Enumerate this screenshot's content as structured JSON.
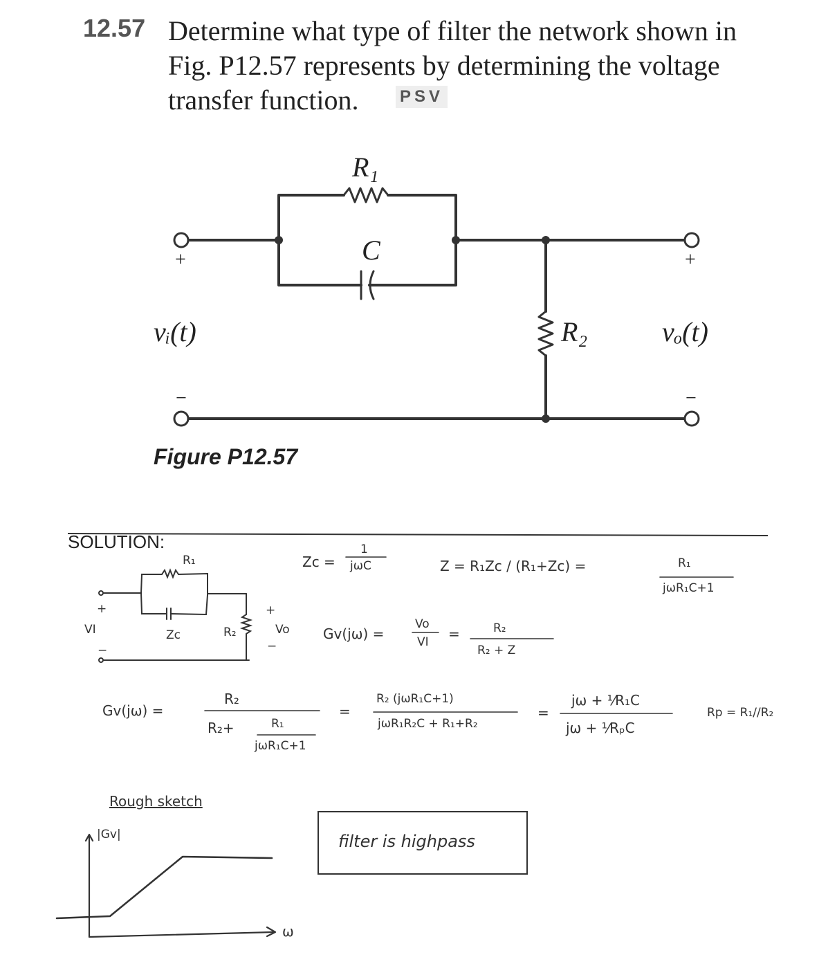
{
  "problem": {
    "number": "12.57",
    "line1": "Determine what type of filter the network shown in",
    "line2": "Fig. P12.57 represents by determining the voltage",
    "line3": "transfer function.",
    "badge": "PSV"
  },
  "figure": {
    "r1": "R₁",
    "c": "C",
    "r2": "R₂",
    "vin": "vᵢ(t)",
    "vout": "vₒ(t)",
    "plus": "+",
    "minus": "−",
    "caption": "Figure P12.57"
  },
  "solution": {
    "label": "SOLUTION:",
    "sketch_r1": "R₁",
    "sketch_zc": "Zc",
    "sketch_r2": "R₂",
    "sketch_vi": "VI",
    "sketch_vo": "Vo",
    "sketch_plus": "+",
    "sketch_minus": "−",
    "zc_lhs": "Zc =",
    "zc_num": "1",
    "zc_den": "jωC",
    "z_eq": "Z = R₁Zc / (R₁+Zc) =",
    "z_num": "R₁",
    "z_den": "jωR₁C+1",
    "gv_lhs": "Gv(jω) =",
    "gv_frac_num": "Vo",
    "gv_frac_den": "VI",
    "gv_eq": "=",
    "gv_num": "R₂",
    "gv_den": "R₂ + Z",
    "big_lhs": "Gv(jω) =",
    "big_num": "R₂",
    "big_den_a": "R₂+",
    "big_inner_num": "R₁",
    "big_inner_den": "jωR₁C+1",
    "eq1": "=",
    "mid_num": "R₂ (jωR₁C+1)",
    "mid_den": "jωR₁R₂C + R₁+R₂",
    "eq2": "=",
    "right_num": "jω + ¹⁄R₁C",
    "right_den": "jω + ¹⁄RₚC",
    "rp_note": "Rp = R₁//R₂",
    "sketch_title": "Rough sketch",
    "sketch_ylabel": "|Gv|",
    "sketch_xlabel": "ω",
    "conclusion": "filter is highpass"
  },
  "colors": {
    "ink": "#222222",
    "pencil": "#333333",
    "badge_bg": "#eeeeee"
  }
}
